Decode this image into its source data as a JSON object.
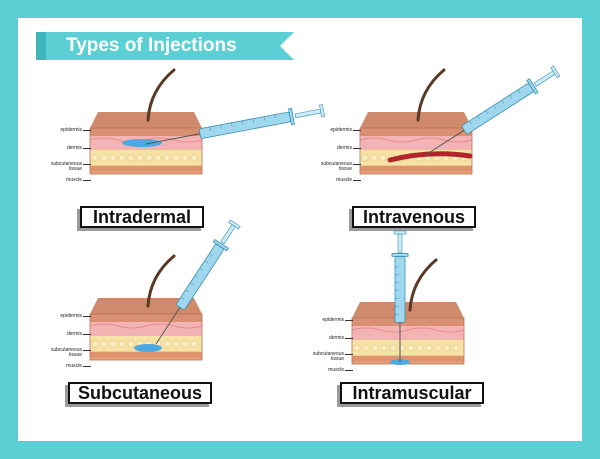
{
  "title": "Types of Injections",
  "layers": {
    "epidermis": "epidermis",
    "dermis": "dermis",
    "subcutaneous": "subcutaneous\ntissue",
    "muscle": "muscle"
  },
  "panels": [
    {
      "id": "intradermal",
      "label": "Intradermal"
    },
    {
      "id": "intravenous",
      "label": "Intravenous"
    },
    {
      "id": "subcutaneous",
      "label": "Subcutaneous"
    },
    {
      "id": "intramuscular",
      "label": "Intramuscular"
    }
  ],
  "colors": {
    "border": "#5bcfd4",
    "banner": "#5bcfd4",
    "skin_top": "#e2a184",
    "dermis": "#f4b3b3",
    "fat": "#f7e2a6",
    "muscle": "#e6a07c",
    "fluid": "#4aa9e0",
    "vein": "#b0262b",
    "syringe": "#9fd8ee"
  }
}
